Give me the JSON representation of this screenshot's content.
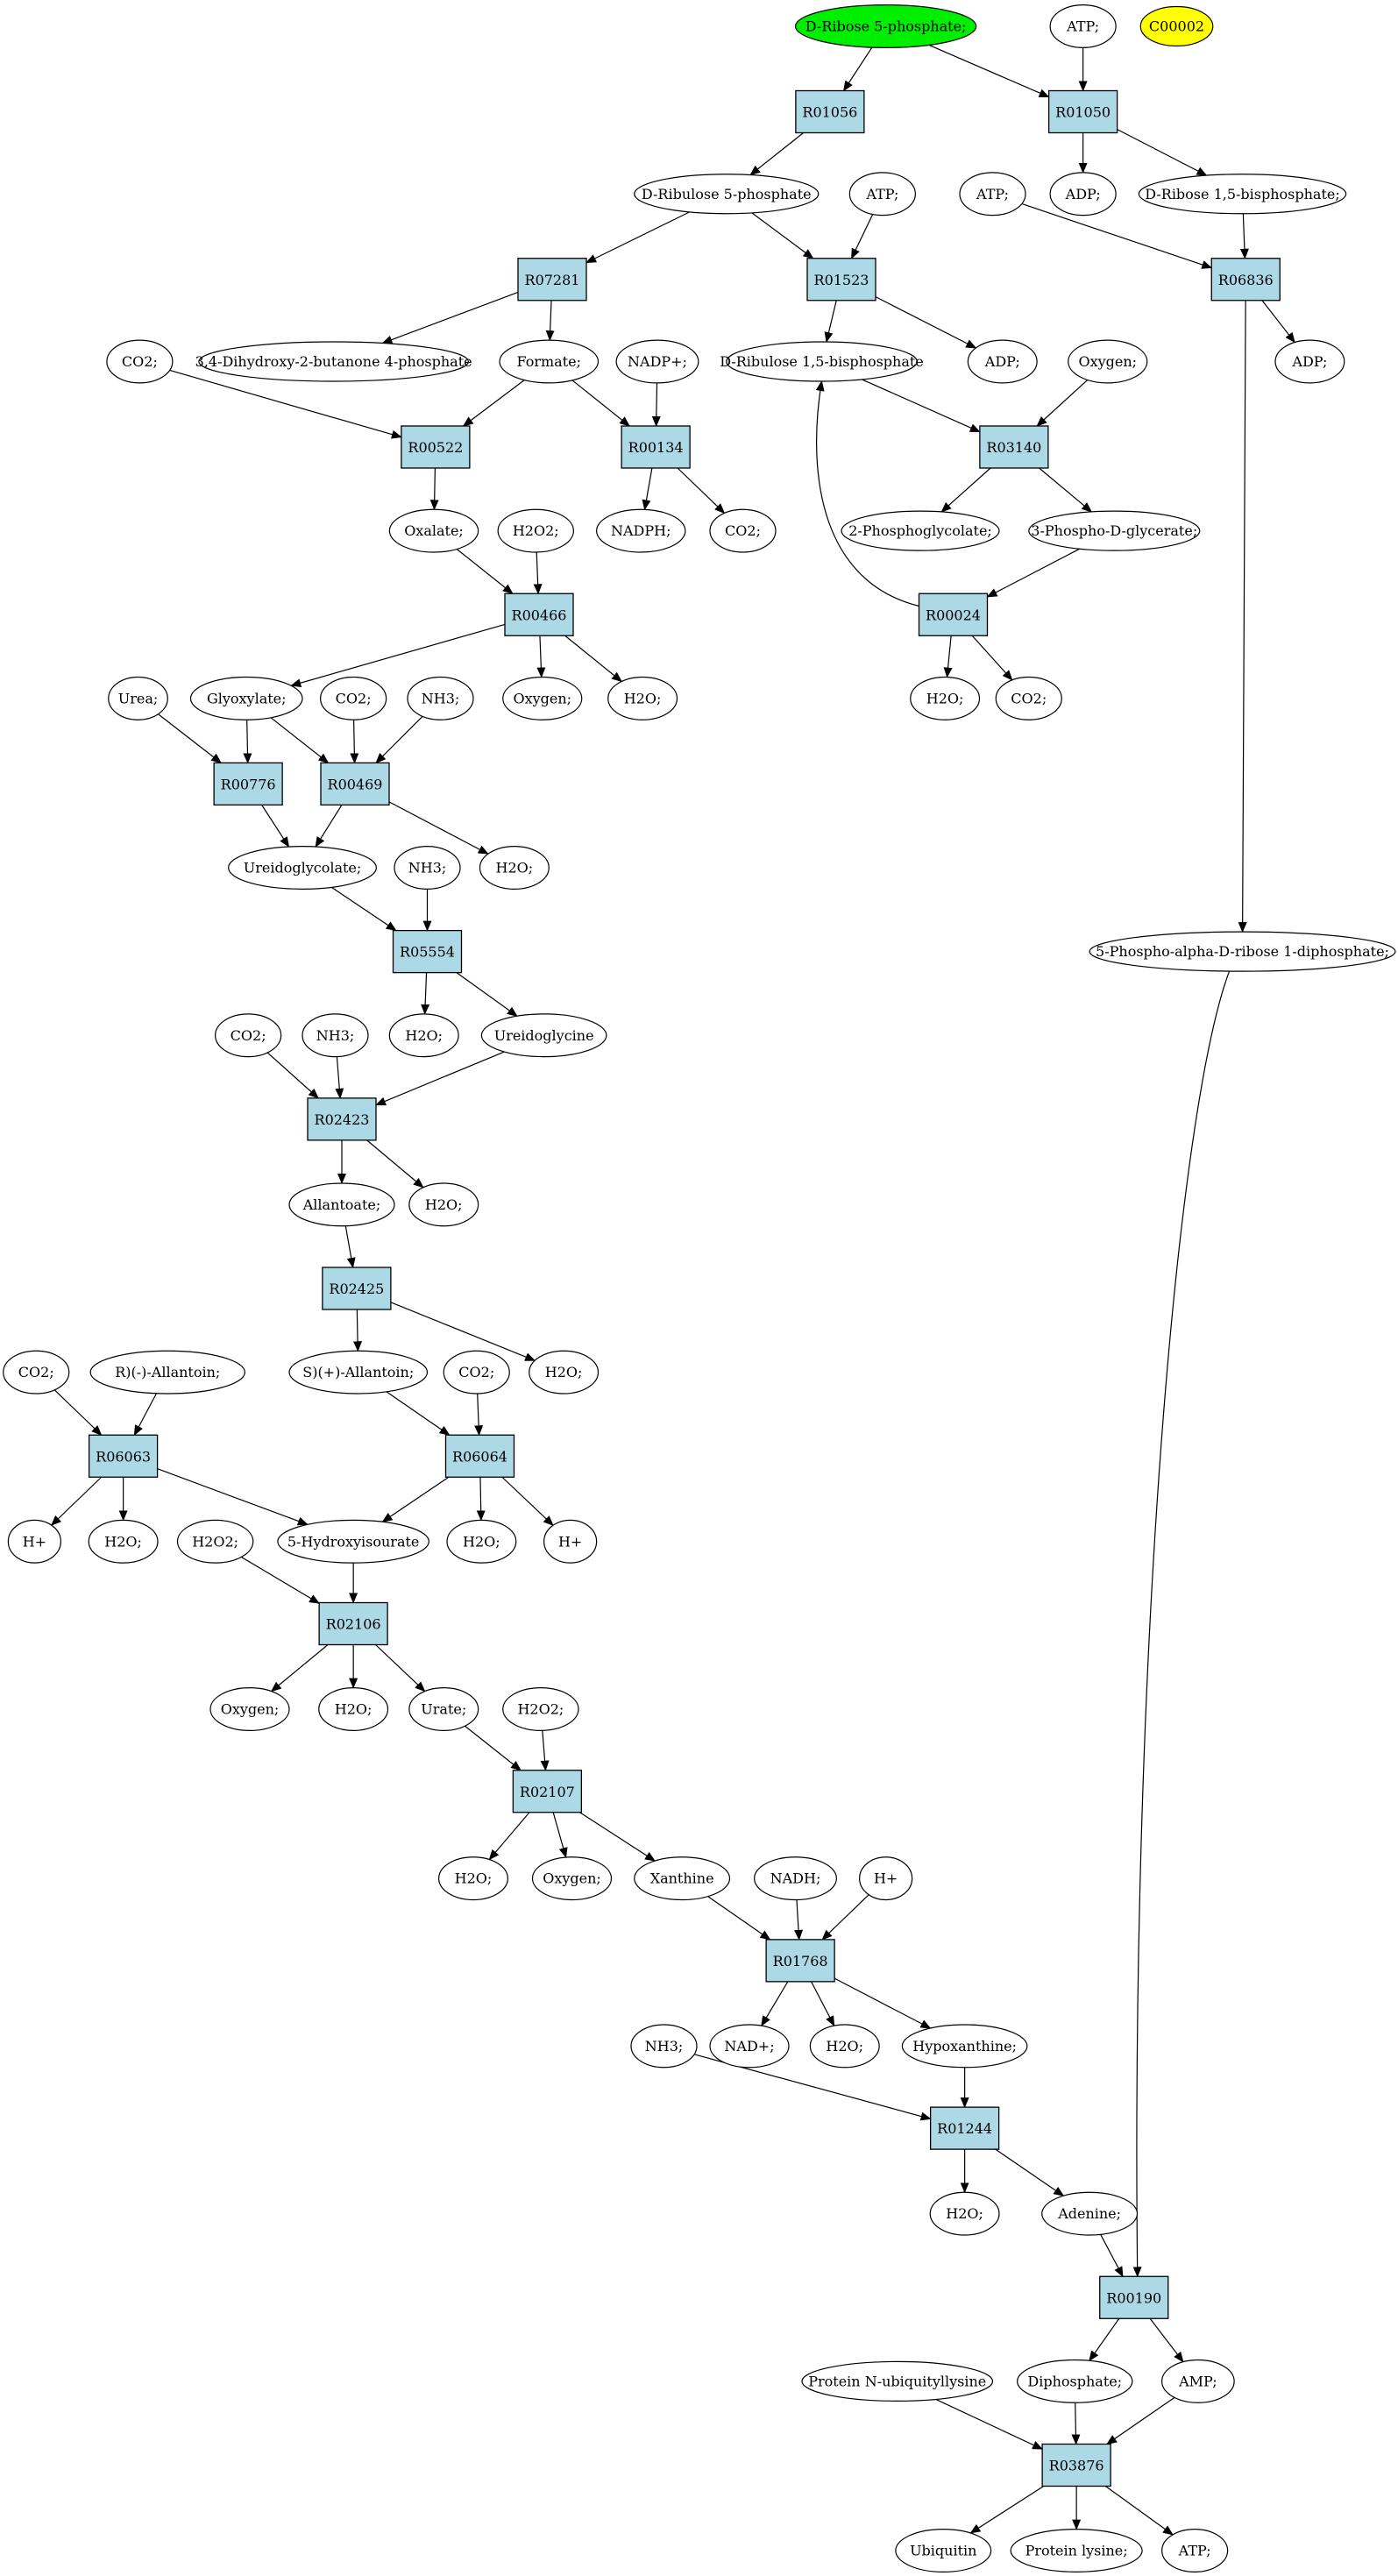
{
  "colors": {
    "reaction_fill": "#add8e6",
    "compound_fill": "#ffffff",
    "start_fill": "#00ee00",
    "highlight_fill": "#ffff00",
    "stroke": "#000000"
  },
  "reactions": {
    "R01056": "R01056",
    "R01050": "R01050",
    "R07281": "R07281",
    "R01523": "R01523",
    "R06836": "R06836",
    "R00522": "R00522",
    "R00134": "R00134",
    "R03140": "R03140",
    "R00466": "R00466",
    "R00024": "R00024",
    "R00776": "R00776",
    "R00469": "R00469",
    "R05554": "R05554",
    "R02423": "R02423",
    "R02425": "R02425",
    "R06063": "R06063",
    "R06064": "R06064",
    "R02106": "R02106",
    "R02107": "R02107",
    "R01768": "R01768",
    "R01244": "R01244",
    "R00190": "R00190",
    "R03876": "R03876"
  },
  "compounds": {
    "ribose5p": "D-Ribose 5-phosphate;",
    "atp1": "ATP;",
    "c00002": "C00002",
    "ribulose5p": "D-Ribulose 5-phosphate",
    "atp2": "ATP;",
    "adp1": "ADP;",
    "ribose15bp": "D-Ribose 1,5-bisphosphate;",
    "atp3": "ATP;",
    "dihydroxybutanone": "3,4-Dihydroxy-2-butanone 4-phosphate",
    "formate": "Formate;",
    "nadp": "NADP+;",
    "adp2": "ADP;",
    "ribulose15bp": "D-Ribulose 1,5-bisphosphate",
    "oxygen1": "Oxygen;",
    "adp3": "ADP;",
    "co2a": "CO2;",
    "oxalate": "Oxalate;",
    "h2o2a": "H2O2;",
    "nadph": "NADPH;",
    "co2b": "CO2;",
    "phosphoglycolate": "2-Phosphoglycolate;",
    "phosphoglycerate": "3-Phospho-D-glycerate;",
    "urea": "Urea;",
    "glyoxylate": "Glyoxylate;",
    "co2c": "CO2;",
    "nh3a": "NH3;",
    "oxygen2": "Oxygen;",
    "h2oa": "H2O;",
    "h2ob": "H2O;",
    "co2d": "CO2;",
    "ureidoglycolate": "Ureidoglycolate;",
    "nh3b": "NH3;",
    "h2oc": "H2O;",
    "prpp": "5-Phospho-alpha-D-ribose 1-diphosphate;",
    "co2e": "CO2;",
    "nh3c": "NH3;",
    "h2od": "H2O;",
    "ureidoglycine": "Ureidoglycine",
    "allantoate": "Allantoate;",
    "h2oe": "H2O;",
    "co2f": "CO2;",
    "rallantoin": "R)(-)-Allantoin;",
    "sallantoin": "S)(+)-Allantoin;",
    "co2g": "CO2;",
    "h2of": "H2O;",
    "hplus1": "H+",
    "h2og": "H2O;",
    "h2o2b": "H2O2;",
    "hydroxyisourate": "5-Hydroxyisourate",
    "h2oh": "H2O;",
    "hplus2": "H+",
    "oxygen3": "Oxygen;",
    "h2oi": "H2O;",
    "urate": "Urate;",
    "h2o2c": "H2O2;",
    "h2oj": "H2O;",
    "oxygen4": "Oxygen;",
    "xanthine": "Xanthine",
    "nadh": "NADH;",
    "hplus3": "H+",
    "nh3d": "NH3;",
    "nad": "NAD+;",
    "h2ok": "H2O;",
    "hypoxanthine": "Hypoxanthine;",
    "h2ol": "H2O;",
    "adenine": "Adenine;",
    "protlysubq": "Protein N-ubiquityllysine",
    "diphosphate": "Diphosphate;",
    "amp": "AMP;",
    "ubiquitin": "Ubiquitin",
    "proteinlysine": "Protein lysine;",
    "atp4": "ATP;"
  }
}
